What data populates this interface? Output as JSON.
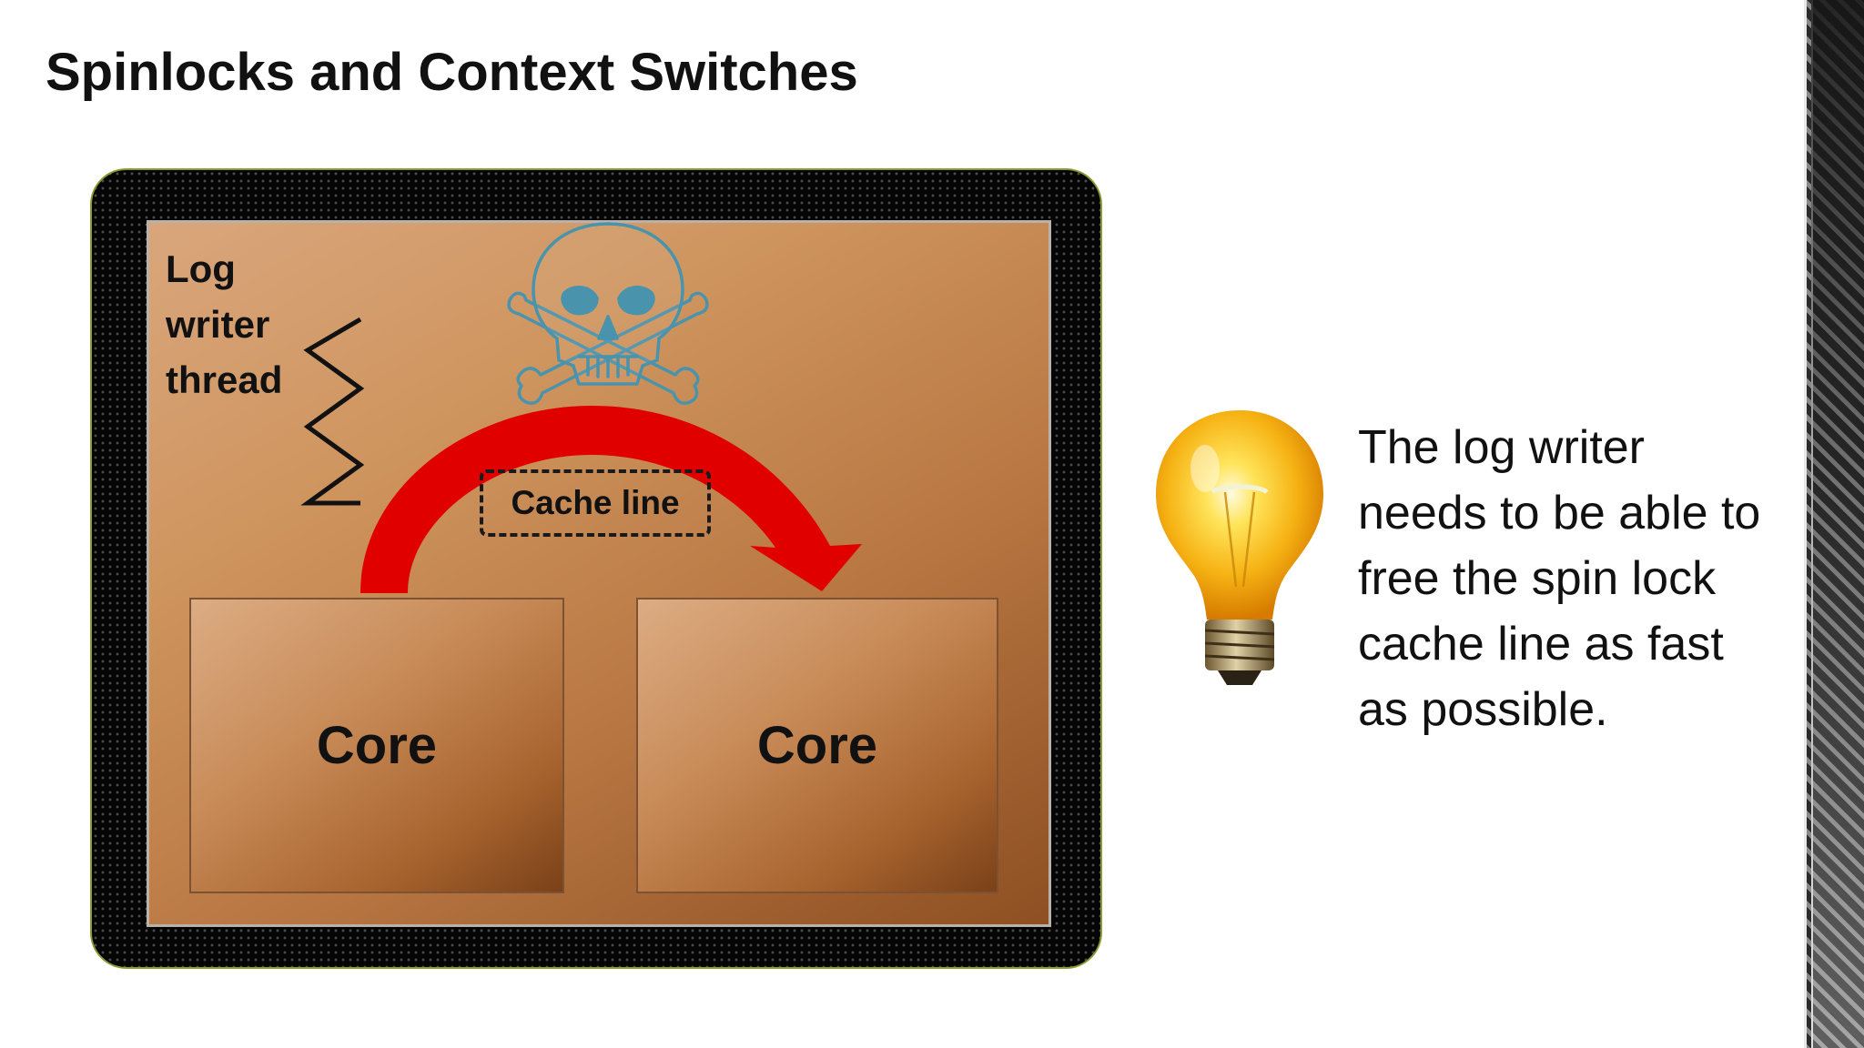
{
  "slide": {
    "title": "Spinlocks and Context Switches",
    "diagram": {
      "thread_label": "Log writer thread",
      "cache_line_label": "Cache line",
      "cores": [
        {
          "label": "Core"
        },
        {
          "label": "Core"
        }
      ],
      "icons": [
        "skull-and-crossbones-icon",
        "zigzag-thread-icon",
        "curved-arrow-icon"
      ]
    },
    "tip": {
      "icon": "lightbulb-icon",
      "text": "The log writer needs to be able to free the spin lock cache line as fast as possible."
    }
  },
  "colors": {
    "arrow": "#e10000",
    "skull": "#4a90a8",
    "die": "#c98a55",
    "package": "#050505"
  }
}
